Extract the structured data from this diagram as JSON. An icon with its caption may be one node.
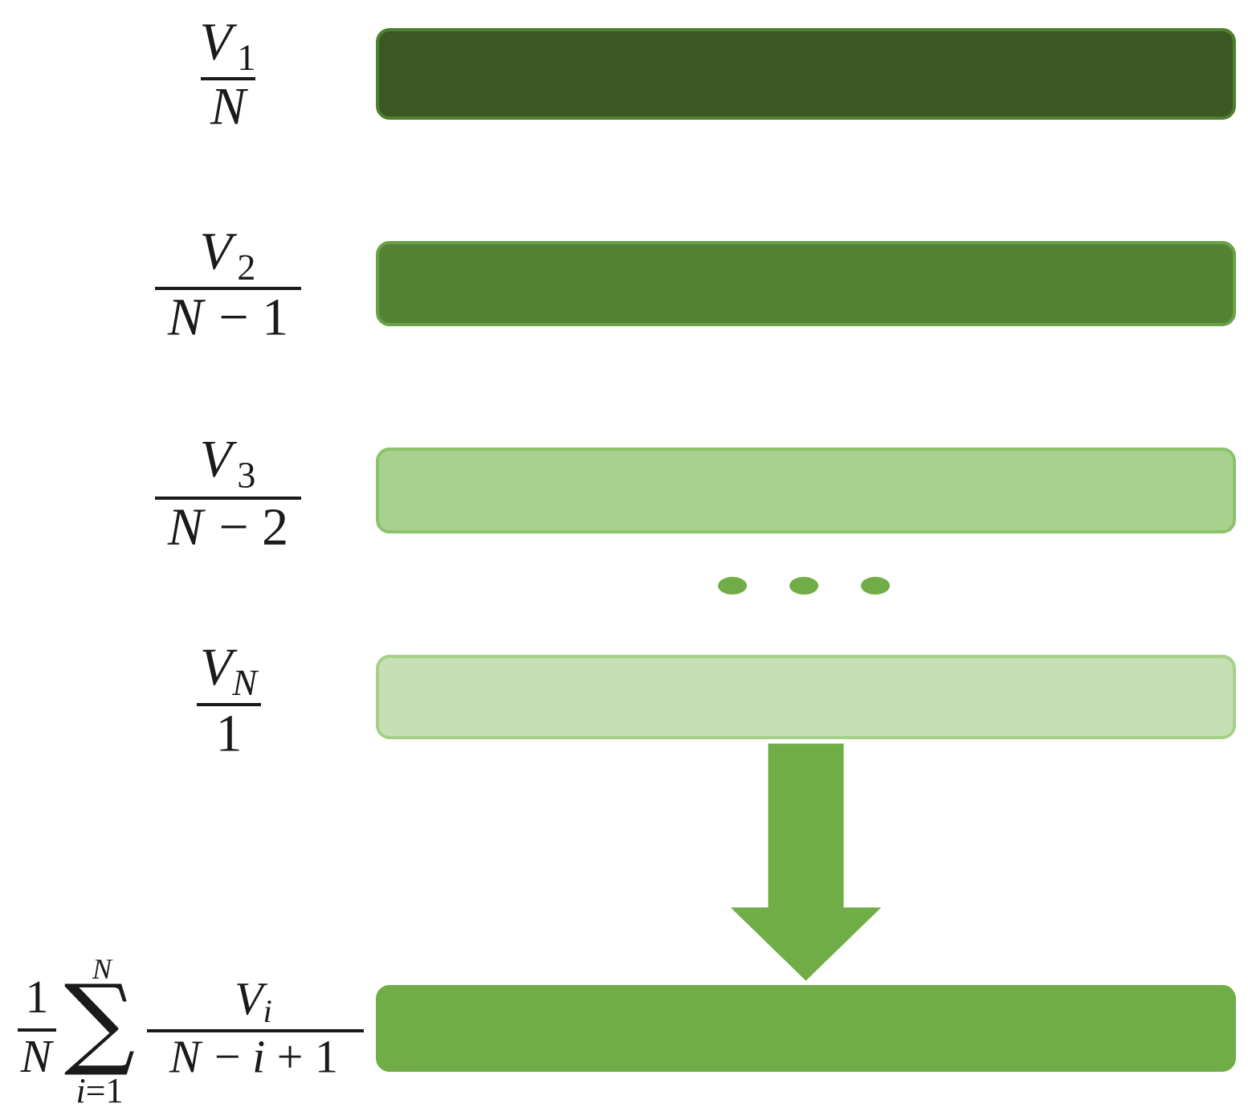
{
  "diagram": {
    "nodes": [
      {
        "text": [],
        "shape": "bar",
        "beside": [
          "*V*$_{1}$",
          "N"
        ]
      },
      {
        "text": [],
        "shape": "bar",
        "beside": [
          "*V*$_{2}$",
          "*N* − 1"
        ]
      },
      {
        "text": [],
        "shape": "bar",
        "beside": [
          "*V*$_{3}$",
          "*N* − 2"
        ]
      },
      {
        "text": [],
        "shape": "bar",
        "beside": [
          "V$_{N}$",
          "1"
        ]
      },
      {
        "text": [],
        "shape": "bar",
        "beside": [
          "1",
          "N",
          "N",
          "∑",
          "*i*=1",
          "V$_{i}$",
          "*N* − *i* + 1"
        ]
      }
    ],
    "edges": [
      {
        "from": 3,
        "to": 4,
        "arrow": "to"
      }
    ]
  }
}
